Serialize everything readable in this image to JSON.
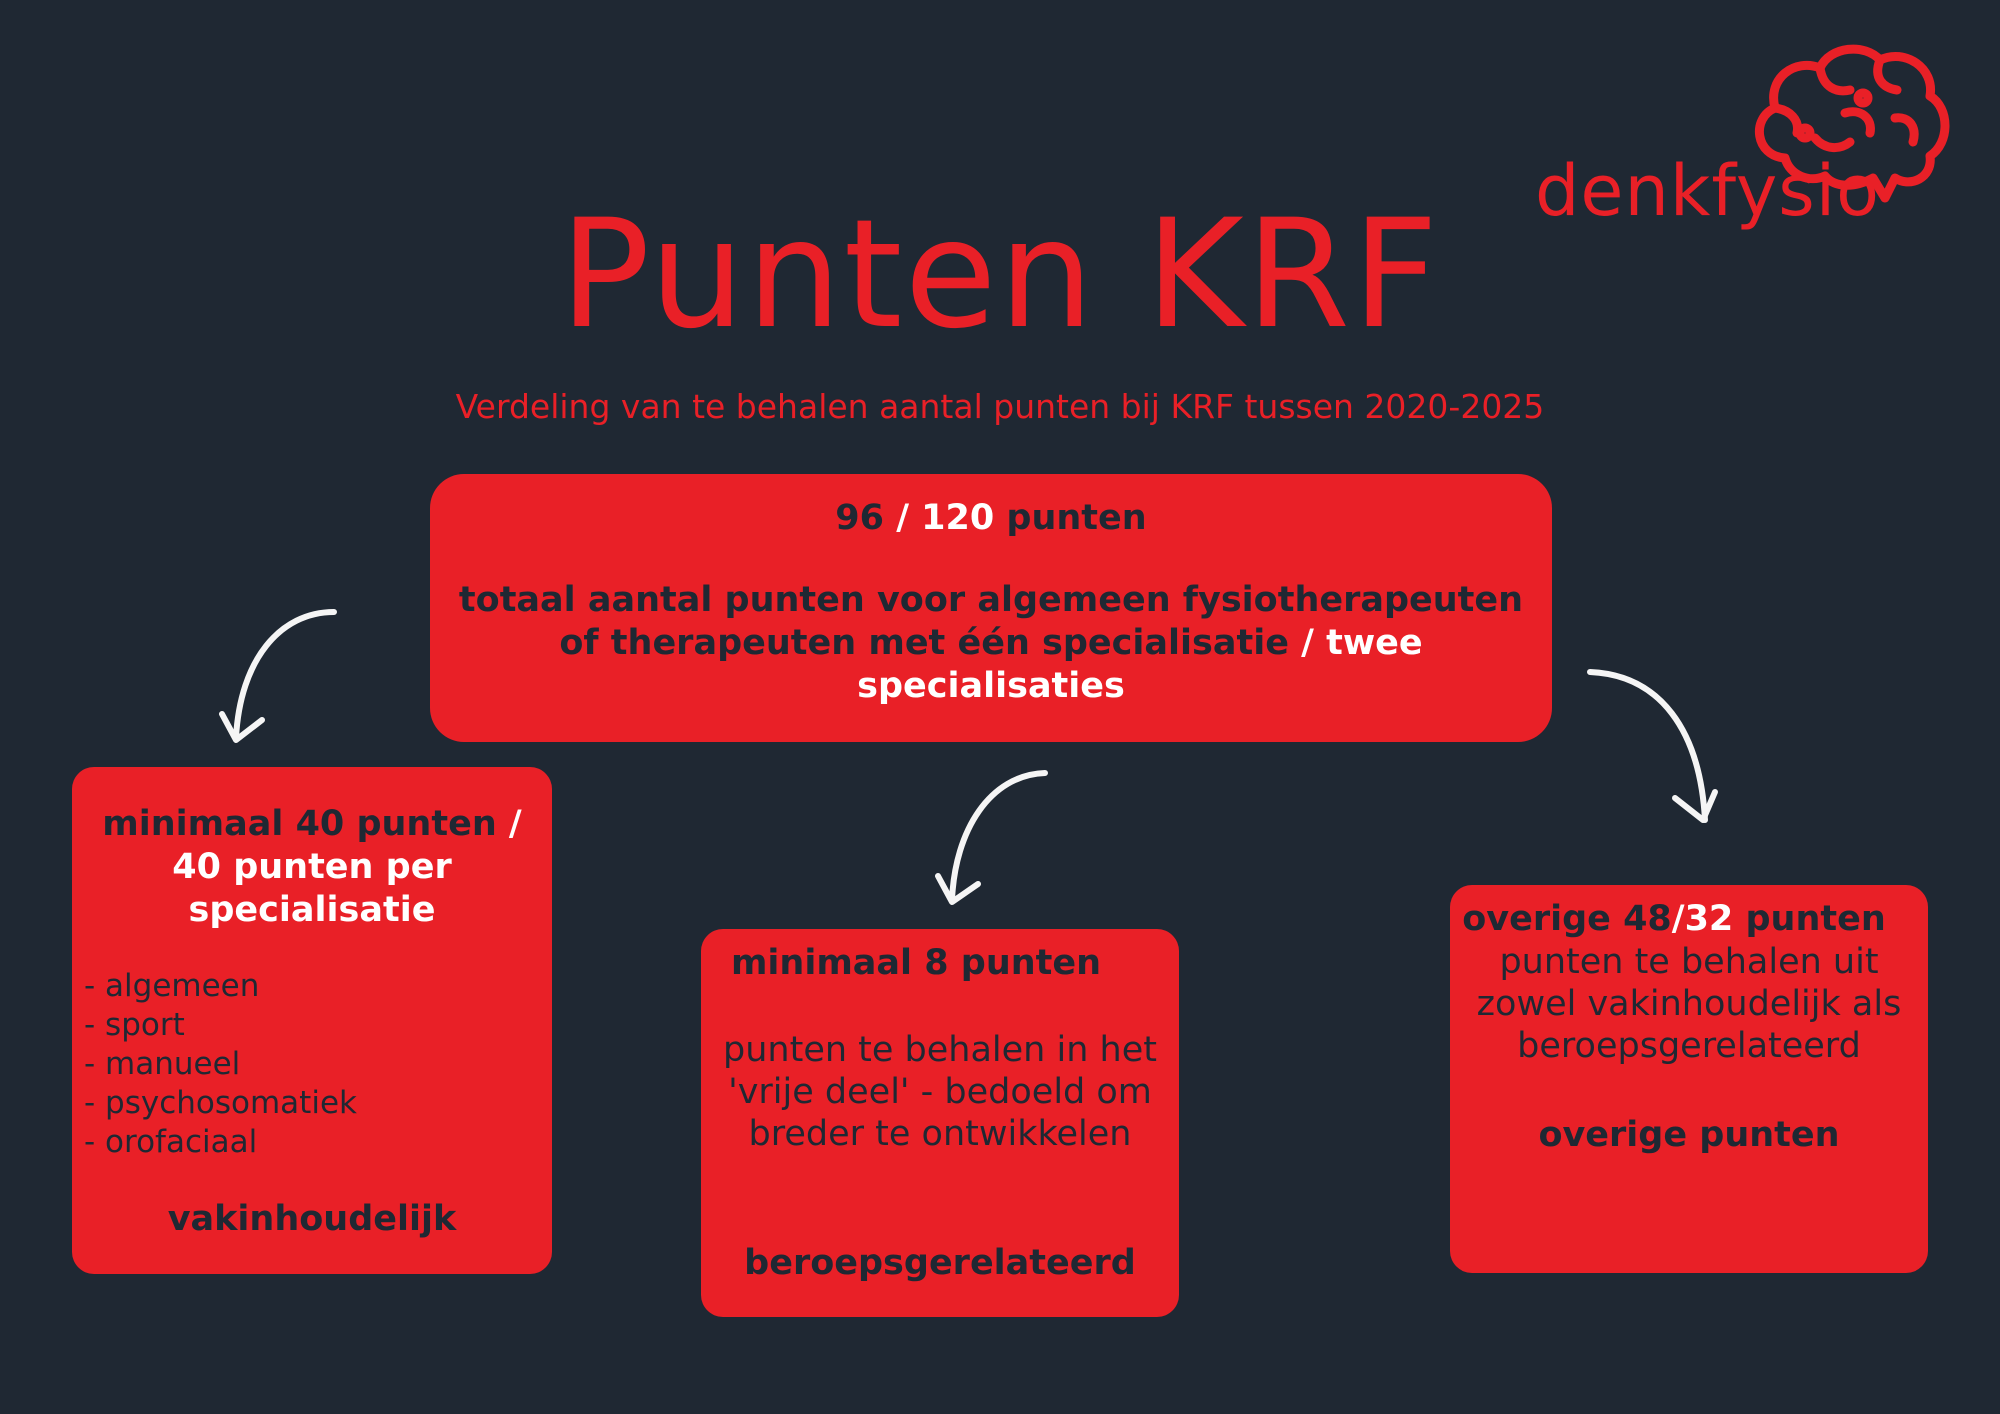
{
  "brand": {
    "logo_text": "denkfysio",
    "accent_color": "#e92027",
    "background_color": "#1f2833"
  },
  "title": "Punten KRF",
  "subtitle": "Verdeling van te behalen aantal punten bij KRF tussen 2020-2025",
  "top": {
    "points_a": "96",
    "separator": " / ",
    "points_b": "120",
    "points_suffix": " punten",
    "desc_a": "totaal aantal punten voor algemeen fysiotherapeuten of therapeuten met één specialisatie",
    "desc_sep": " / ",
    "desc_b": "twee specialisaties"
  },
  "left": {
    "heading_a": "minimaal 40  punten",
    "heading_sep": " /",
    "heading_b": "40 punten per specialisatie",
    "items": [
      "- algemeen",
      "- sport",
      "- manueel",
      "- psychosomatiek",
      "- orofaciaal"
    ],
    "category": "vakinhoudelijk"
  },
  "middle": {
    "heading": "minimaal 8 punten",
    "description": "punten te behalen in het 'vrije deel' - bedoeld om breder te ontwikkelen",
    "category": "beroepsgerelateerd"
  },
  "right": {
    "heading_a": "overige 48",
    "heading_sep": "/",
    "heading_b": "32",
    "heading_suffix": " punten",
    "description": "punten te behalen uit zowel vakinhoudelijk als beroepsgerelateerd",
    "category": "overige punten"
  }
}
